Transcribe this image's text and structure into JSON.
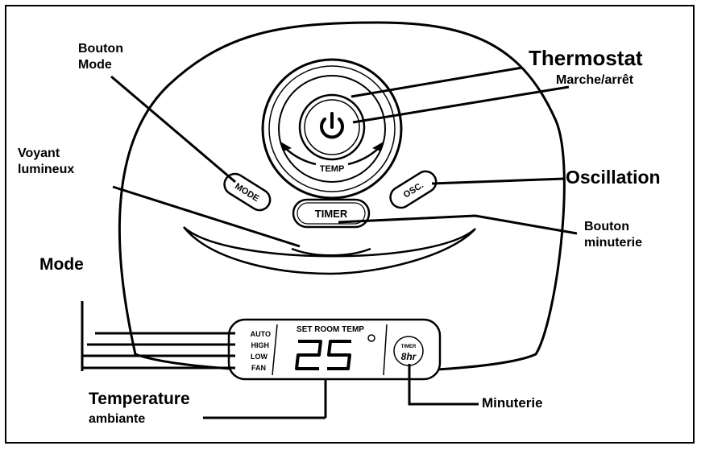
{
  "labels": {
    "mode_button": "Bouton\nMode",
    "thermostat": "Thermostat",
    "power": "Marche/arrêt",
    "indicator": "Voyant\nlumineux",
    "oscillation": "Oscillation",
    "timer_button": "Bouton\nminuterie",
    "mode": "Mode",
    "temperature": "Temperature",
    "ambient": "ambiante",
    "timer": "Minuterie"
  },
  "device": {
    "mode_key": "MODE",
    "osc_key": "OSC.",
    "timer_key": "TIMER",
    "temp_ring": "TEMP",
    "set_room_temp": "SET ROOM TEMP",
    "temperature_value": "25",
    "timer_icon_label": "TIMER",
    "timer_hours": "8hr",
    "modes": [
      "AUTO",
      "HIGH",
      "LOW",
      "FAN"
    ]
  }
}
